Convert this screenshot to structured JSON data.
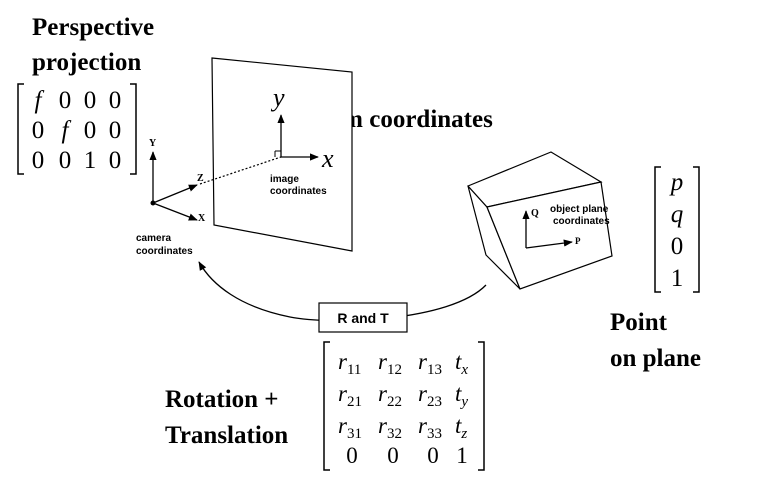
{
  "headings": {
    "perspective_line1": "Perspective",
    "perspective_line2": "projection",
    "film": "Film coordinates",
    "point_line1": "Point",
    "point_line2": "on plane",
    "rotation_line1": "Rotation +",
    "rotation_line2": "Translation"
  },
  "labels": {
    "image_coords_line1": "image",
    "image_coords_line2": "coordinates",
    "camera_coords_line1": "camera",
    "camera_coords_line2": "coordinates",
    "object_plane_line1": "object plane",
    "object_plane_line2": "coordinates",
    "r_and_t": "R and T"
  },
  "axes": {
    "film_y": "y",
    "film_x": "x",
    "cam_Y": "Y",
    "cam_Z": "Z",
    "cam_X": "X",
    "obj_Q": "Q",
    "obj_P": "P"
  },
  "perspective_matrix": [
    [
      "f",
      "0",
      "0",
      "0"
    ],
    [
      "0",
      "f",
      "0",
      "0"
    ],
    [
      "0",
      "0",
      "1",
      "0"
    ]
  ],
  "point_vector": [
    "p",
    "q",
    "0",
    "1"
  ],
  "rt_matrix": [
    [
      "r",
      "11",
      "r",
      "12",
      "r",
      "13",
      "t",
      "x"
    ],
    [
      "r",
      "21",
      "r",
      "22",
      "r",
      "23",
      "t",
      "y"
    ],
    [
      "r",
      "31",
      "r",
      "32",
      "r",
      "33",
      "t",
      "z"
    ],
    [
      "0",
      "",
      "0",
      "",
      "0",
      "",
      "1",
      ""
    ]
  ]
}
